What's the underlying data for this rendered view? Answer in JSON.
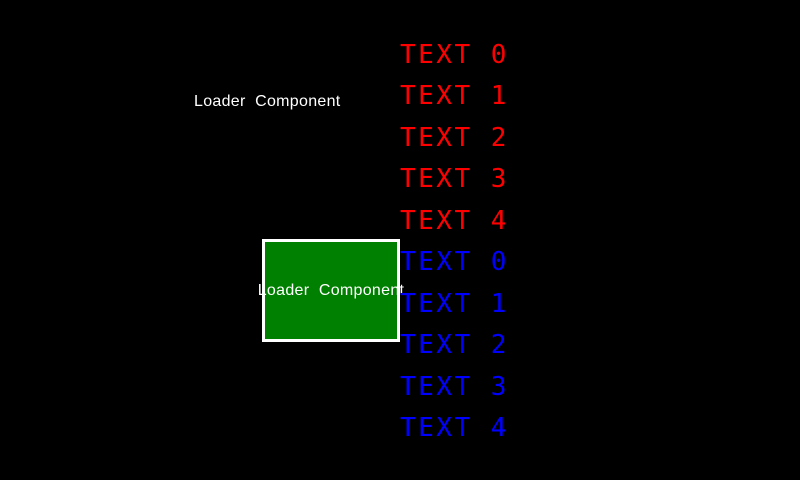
{
  "colors": {
    "background": "#000000",
    "red_list_text": "#ff0000",
    "blue_list_text": "#0000ff",
    "loader_box_fill": "#008000",
    "loader_box_border": "#ffffff",
    "label_text": "#ffffff"
  },
  "labels": {
    "standalone_loader": "Loader  Component",
    "boxed_loader": "Loader  Component"
  },
  "red_list": {
    "items": [
      "TEXT 0",
      "TEXT 1",
      "TEXT 2",
      "TEXT 3",
      "TEXT 4"
    ]
  },
  "blue_list": {
    "items": [
      "TEXT 0",
      "TEXT 1",
      "TEXT 2",
      "TEXT 3",
      "TEXT 4"
    ]
  }
}
